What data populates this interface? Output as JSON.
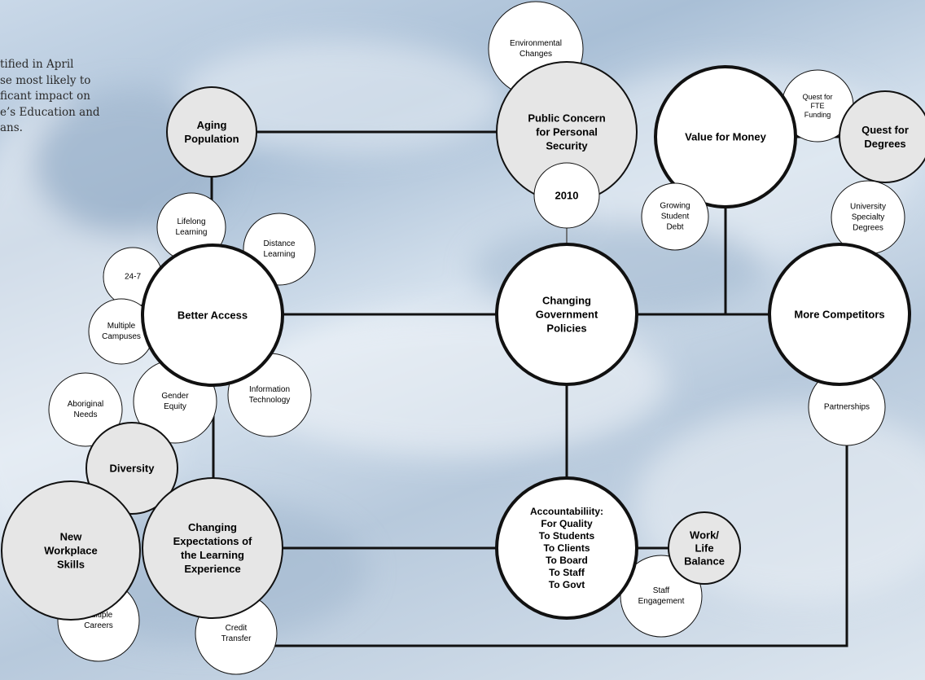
{
  "intro": {
    "lines": [
      "tified in April",
      "se most likely to",
      "ficant impact on",
      "e’s Education and",
      "ans."
    ]
  },
  "colors": {
    "node_fill_white": "#ffffff",
    "node_fill_gray": "#e6e6e6",
    "line": "#111111",
    "background": "#bccde0"
  },
  "nodes": {
    "aging_population": [
      "Aging",
      "Population"
    ],
    "public_concern": [
      "Public Concern",
      "for Personal",
      "Security"
    ],
    "environmental_changes": [
      "Environmental",
      "Changes"
    ],
    "year_2010": [
      "2010"
    ],
    "value_for_money": [
      "Value for Money"
    ],
    "quest_fte_funding": [
      "Quest for",
      "FTE",
      "Funding"
    ],
    "quest_for_degrees": [
      "Quest for",
      "Degrees"
    ],
    "growing_student_debt": [
      "Growing",
      "Student",
      "Debt"
    ],
    "university_specialty_degrees": [
      "University",
      "Specialty",
      "Degrees"
    ],
    "lifelong_learning": [
      "Lifelong",
      "Learning"
    ],
    "distance_learning": [
      "Distance",
      "Learning"
    ],
    "access_24_7": [
      "24-7"
    ],
    "multiple_campuses": [
      "Multiple",
      "Campuses"
    ],
    "better_access": [
      "Better Access"
    ],
    "changing_government_policies": [
      "Changing",
      "Government",
      "Policies"
    ],
    "more_competitors": [
      "More Competitors"
    ],
    "partnerships": [
      "Partnerships"
    ],
    "gender_equity": [
      "Gender",
      "Equity"
    ],
    "information_technology": [
      "Information",
      "Technology"
    ],
    "aboriginal_needs": [
      "Aboriginal",
      "Needs"
    ],
    "diversity": [
      "Diversity"
    ],
    "new_workplace_skills": [
      "New",
      "Workplace",
      "Skills"
    ],
    "changing_expectations": [
      "Changing",
      "Expectations of",
      "the Learning",
      "Experience"
    ],
    "multiple_careers": [
      "Multiple",
      "Careers"
    ],
    "credit_transfer": [
      "Credit",
      "Transfer"
    ],
    "accountability": [
      "Accountabiliity:",
      "For Quality",
      "To Students",
      "To Clients",
      "To Board",
      "To Staff",
      "To Govt"
    ],
    "work_life_balance": [
      "Work/",
      "Life",
      "Balance"
    ],
    "staff_engagement": [
      "Staff",
      "Engagement"
    ]
  }
}
